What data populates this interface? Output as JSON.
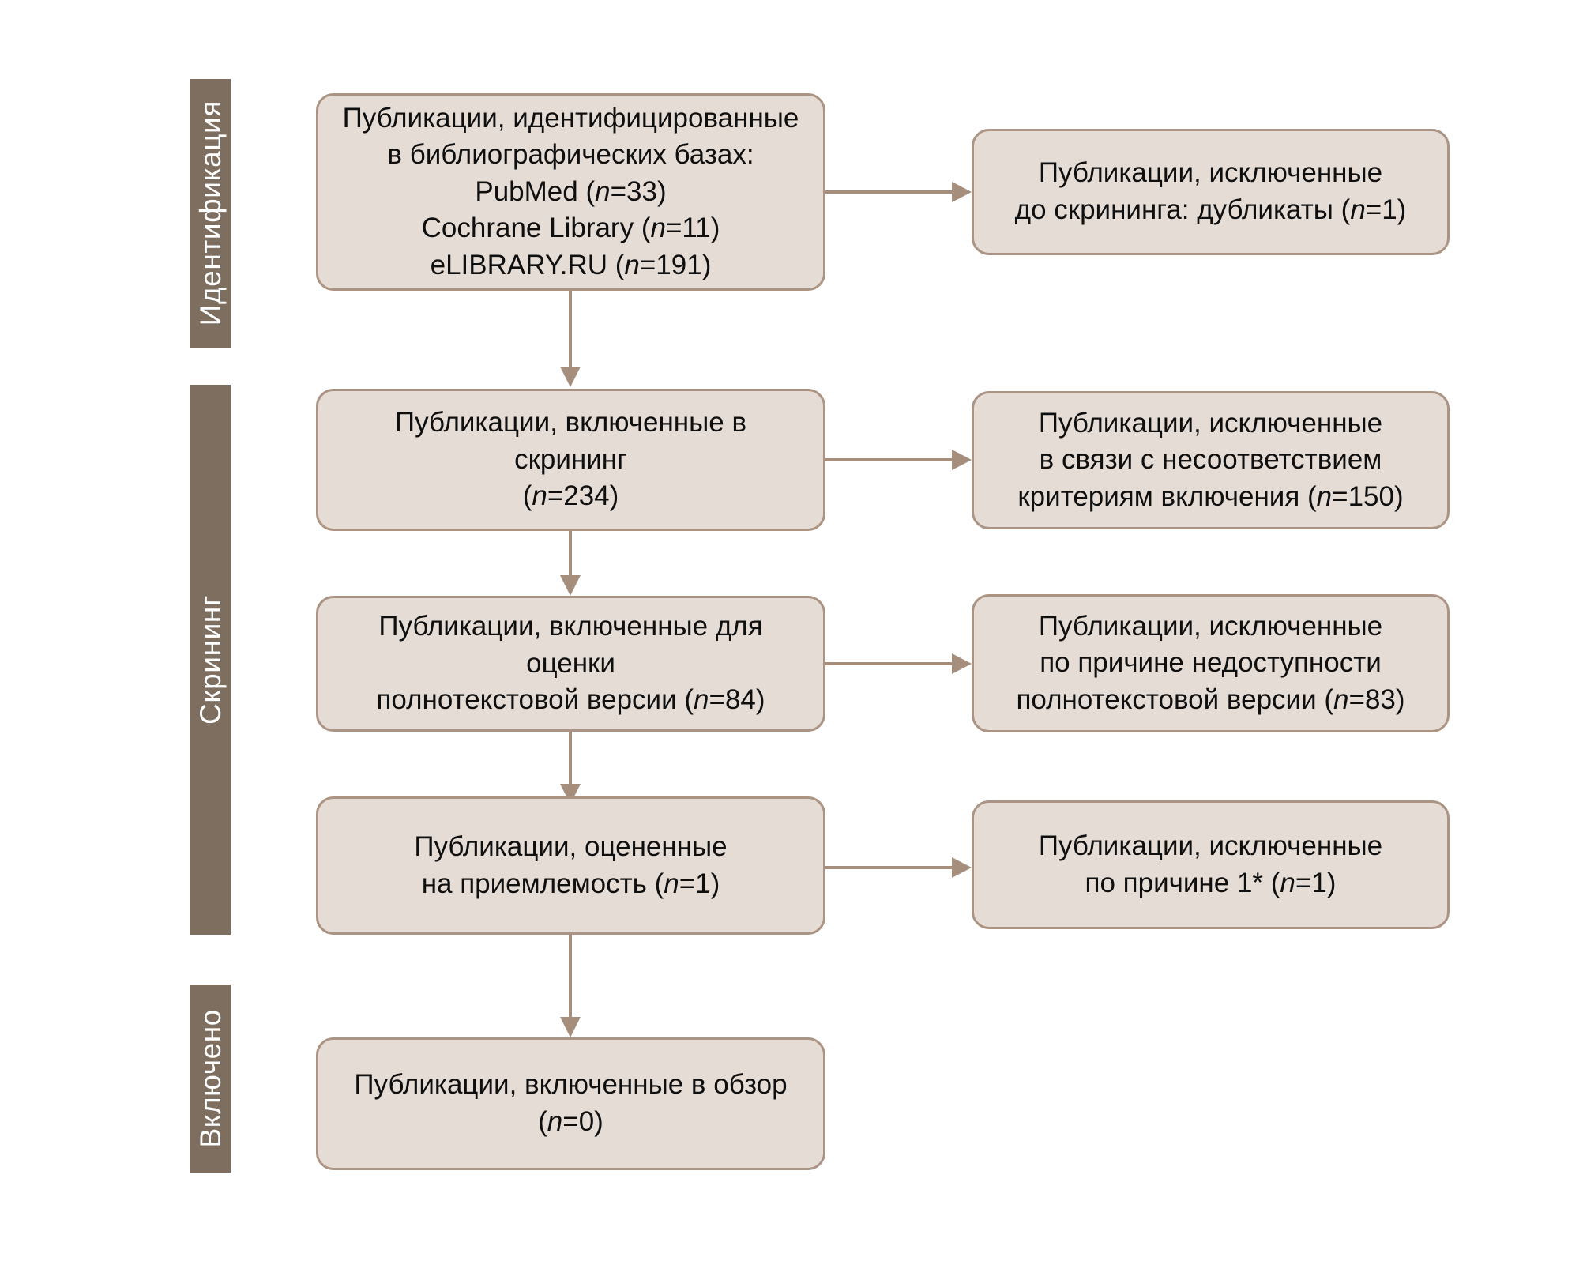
{
  "diagram": {
    "title": "PRISMA flow diagram",
    "colors": {
      "stage_bar": "#7d6e60",
      "box_fill": "#e6dcd6",
      "box_border": "#ab9484",
      "connector": "#a68e7c",
      "text": "#0f0f0f",
      "stage_label_text": "#ffffff",
      "background": "#ffffff"
    }
  },
  "stages": [
    {
      "id": "identification",
      "label": "Идентификация"
    },
    {
      "id": "screening",
      "label": "Скрининг"
    },
    {
      "id": "included",
      "label": "Включено"
    }
  ],
  "boxes": {
    "identified": {
      "lines": [
        "Публикации, идентифицированные",
        "в библиографических базах:",
        "PubMed (n=33)",
        "Cochrane Library (n=11)",
        "eLIBRARY.RU (n=191)"
      ],
      "counts": {
        "pubmed": 33,
        "cochrane_library": 11,
        "elibrary_ru": 191
      }
    },
    "excluded_before_screening": {
      "lines": [
        "Публикации, исключенные",
        "до скрининга: дубликаты (n=1)"
      ],
      "counts": {
        "duplicates": 1
      }
    },
    "screened": {
      "lines": [
        "Публикации, включенные в скрининг",
        "(n=234)"
      ],
      "counts": {
        "n": 234
      }
    },
    "excluded_criteria": {
      "lines": [
        "Публикации, исключенные",
        "в связи с несоответствием",
        "критериям включения (n=150)"
      ],
      "counts": {
        "n": 150
      }
    },
    "fulltext_assessed": {
      "lines": [
        "Публикации, включенные для оценки",
        "полнотекстовой версии (n=84)"
      ],
      "counts": {
        "n": 84
      }
    },
    "excluded_unavailable": {
      "lines": [
        "Публикации, исключенные",
        "по причине недоступности",
        "полнотекстовой версии (n=83)"
      ],
      "counts": {
        "n": 83
      }
    },
    "eligibility_assessed": {
      "lines": [
        "Публикации, оцененные",
        "на приемлемость (n=1)"
      ],
      "counts": {
        "n": 1
      }
    },
    "excluded_reason1": {
      "lines": [
        "Публикации, исключенные",
        "по причине 1* (n=1)"
      ],
      "counts": {
        "n": 1
      }
    },
    "included_in_review": {
      "lines": [
        "Публикации, включенные в обзор",
        "(n=0)"
      ],
      "counts": {
        "n": 0
      }
    }
  }
}
